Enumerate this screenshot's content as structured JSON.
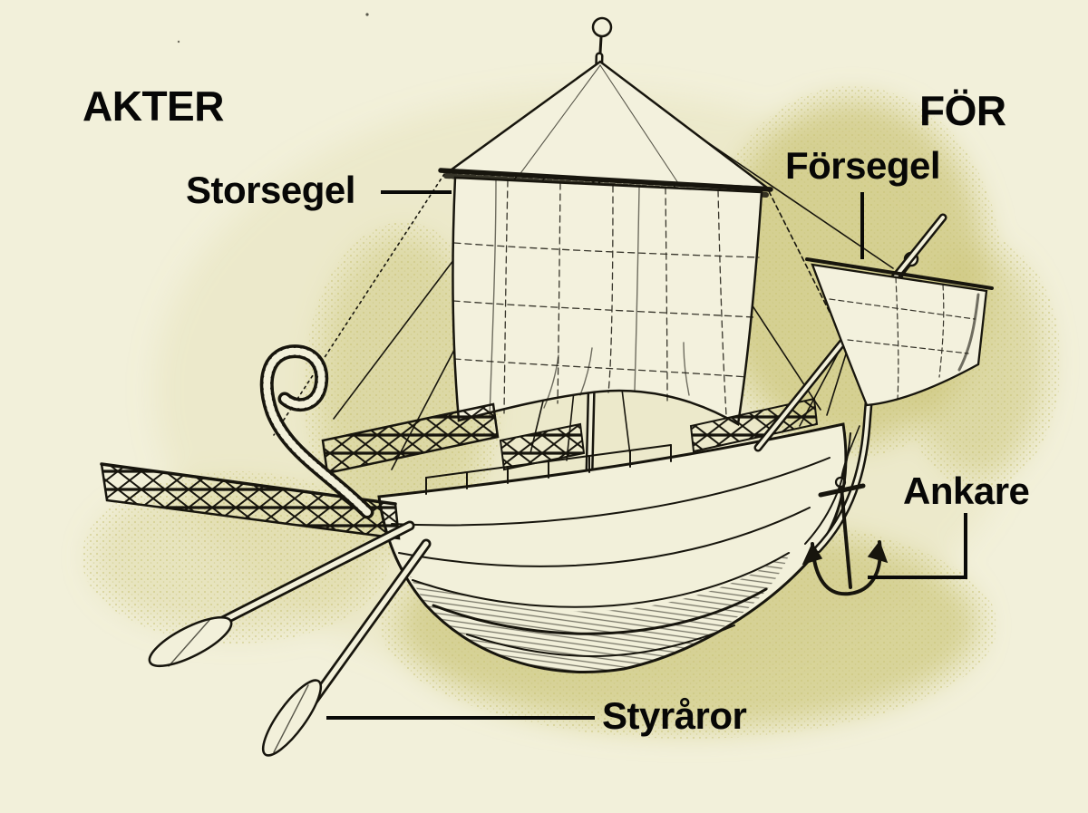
{
  "colors": {
    "background": "#f2f0da",
    "ink": "#17150d",
    "shade_olive": "#cdc77d",
    "label_text": "#070706"
  },
  "orientation": {
    "stern_label": "AKTER",
    "bow_label": "FÖR"
  },
  "parts": {
    "mainsail": "Storsegel",
    "foresail": "Försegel",
    "anchor": "Ankare",
    "steering_oars": "Styråror"
  }
}
